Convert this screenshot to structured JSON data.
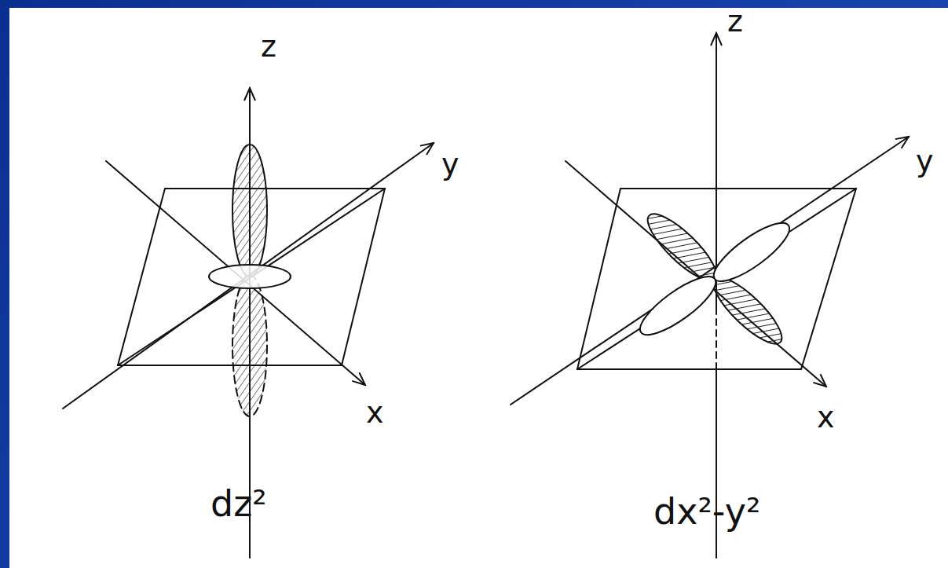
{
  "diagram": {
    "labels": [
      "z",
      "y",
      "x",
      "dz²",
      "z",
      "y",
      "x",
      "dx²-y²"
    ]
  }
}
